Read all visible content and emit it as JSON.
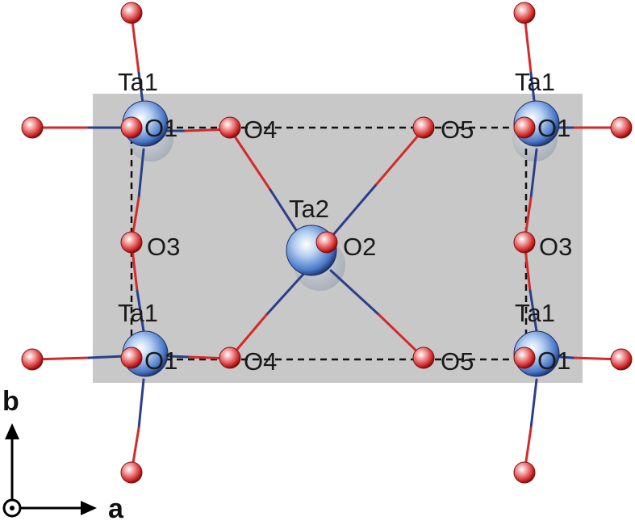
{
  "colors": {
    "cell_fill": "#c8c8c8",
    "ta_atom": "#4a78c8",
    "o_atom": "#d42a2a",
    "bond_blue": "#2a3f8a",
    "bond_red": "#d42a2a",
    "dashed_line": "#111111",
    "axis": "#000000"
  },
  "atoms": {
    "ta1": "Ta1",
    "ta2": "Ta2",
    "o1": "O1",
    "o2": "O2",
    "o3": "O3",
    "o4": "O4",
    "o5": "O5"
  },
  "axes": {
    "b_label": "b",
    "a_label": "a"
  },
  "icons": {
    "c_axis_out_of_plane": "circle-dot-icon"
  }
}
